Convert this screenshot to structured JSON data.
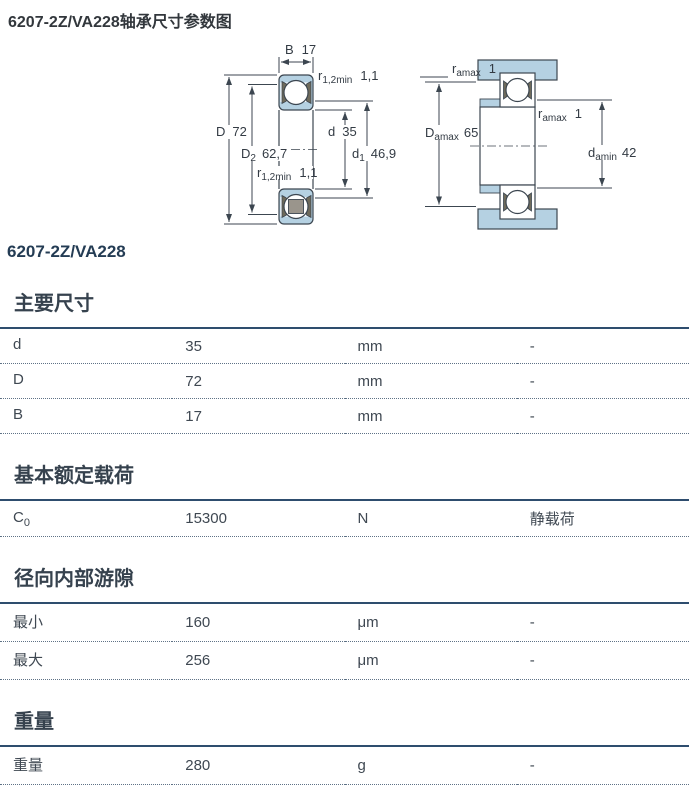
{
  "page": {
    "title": "6207-2Z/VA228轴承尺寸参数图"
  },
  "product": {
    "title": "6207-2Z/VA228"
  },
  "colors": {
    "accent_line": "#2e4d6e",
    "bearing_fill": "#b5d1e2",
    "shield_dark": "#6e6a5b",
    "shield_gray": "#9a958c",
    "heading": "#36424e"
  },
  "diagram": {
    "left": {
      "b": {
        "label": "B",
        "value": "17"
      },
      "r_top": {
        "label": "r",
        "sub": "1,2min",
        "value": "1,1"
      },
      "D": {
        "label": "D",
        "value": "72"
      },
      "d": {
        "label": "d",
        "value": "35"
      },
      "D2": {
        "label": "D",
        "sub": "2",
        "value": "62,7"
      },
      "d1": {
        "label": "d",
        "sub": "1",
        "value": "46,9"
      },
      "r_bottom": {
        "label": "r",
        "sub": "1,2min",
        "value": "1,1"
      }
    },
    "right": {
      "r_top": {
        "label": "r",
        "sub": "amax",
        "value": "1"
      },
      "r_mid": {
        "label": "r",
        "sub": "amax",
        "value": "1"
      },
      "Damax": {
        "label": "D",
        "sub": "amax",
        "value": "65"
      },
      "damin": {
        "label": "d",
        "sub": "amin",
        "value": "42"
      }
    }
  },
  "sections": [
    {
      "title": "主要尺寸",
      "rows": [
        {
          "param": "d",
          "sub": "",
          "value": "35",
          "unit": "mm",
          "note": "-"
        },
        {
          "param": "D",
          "sub": "",
          "value": "72",
          "unit": "mm",
          "note": "-"
        },
        {
          "param": "B",
          "sub": "",
          "value": "17",
          "unit": "mm",
          "note": "-"
        }
      ]
    },
    {
      "title": "基本额定载荷",
      "rows": [
        {
          "param": "C",
          "sub": "0",
          "value": "15300",
          "unit": "N",
          "note": "静载荷"
        }
      ]
    },
    {
      "title": "径向内部游隙",
      "rows": [
        {
          "param": "最小",
          "sub": "",
          "value": "160",
          "unit": "μm",
          "note": "-"
        },
        {
          "param": "最大",
          "sub": "",
          "value": "256",
          "unit": "μm",
          "note": "-"
        }
      ]
    },
    {
      "title": "重量",
      "rows": [
        {
          "param": "重量",
          "sub": "",
          "value": "280",
          "unit": "g",
          "note": "-"
        }
      ]
    }
  ]
}
